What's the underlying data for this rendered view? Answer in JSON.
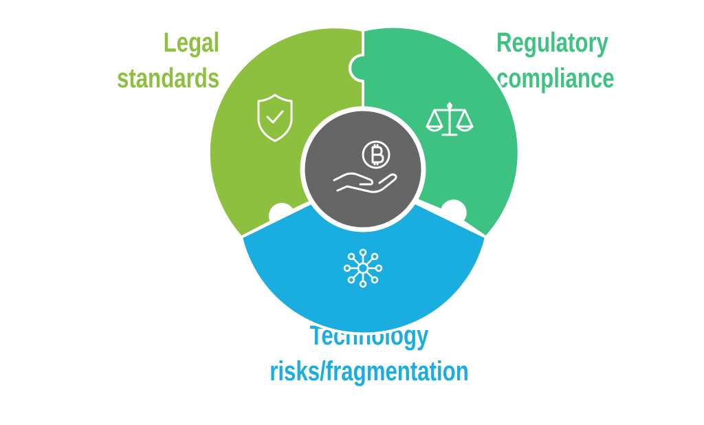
{
  "diagram": {
    "segments": [
      {
        "id": "legal",
        "lines": [
          "Legal",
          "standards"
        ],
        "color": "#8dc03f",
        "icon": "shield-check-icon"
      },
      {
        "id": "regulatory",
        "lines": [
          "Regulatory",
          "compliance"
        ],
        "color": "#3ec282",
        "icon": "scales-icon"
      },
      {
        "id": "technology",
        "lines": [
          "Technology",
          "risks/fragmentation"
        ],
        "color": "#19ade0",
        "icon": "network-hub-icon"
      }
    ],
    "center": {
      "color": "#666666",
      "icon": "hand-bitcoin-icon"
    }
  }
}
